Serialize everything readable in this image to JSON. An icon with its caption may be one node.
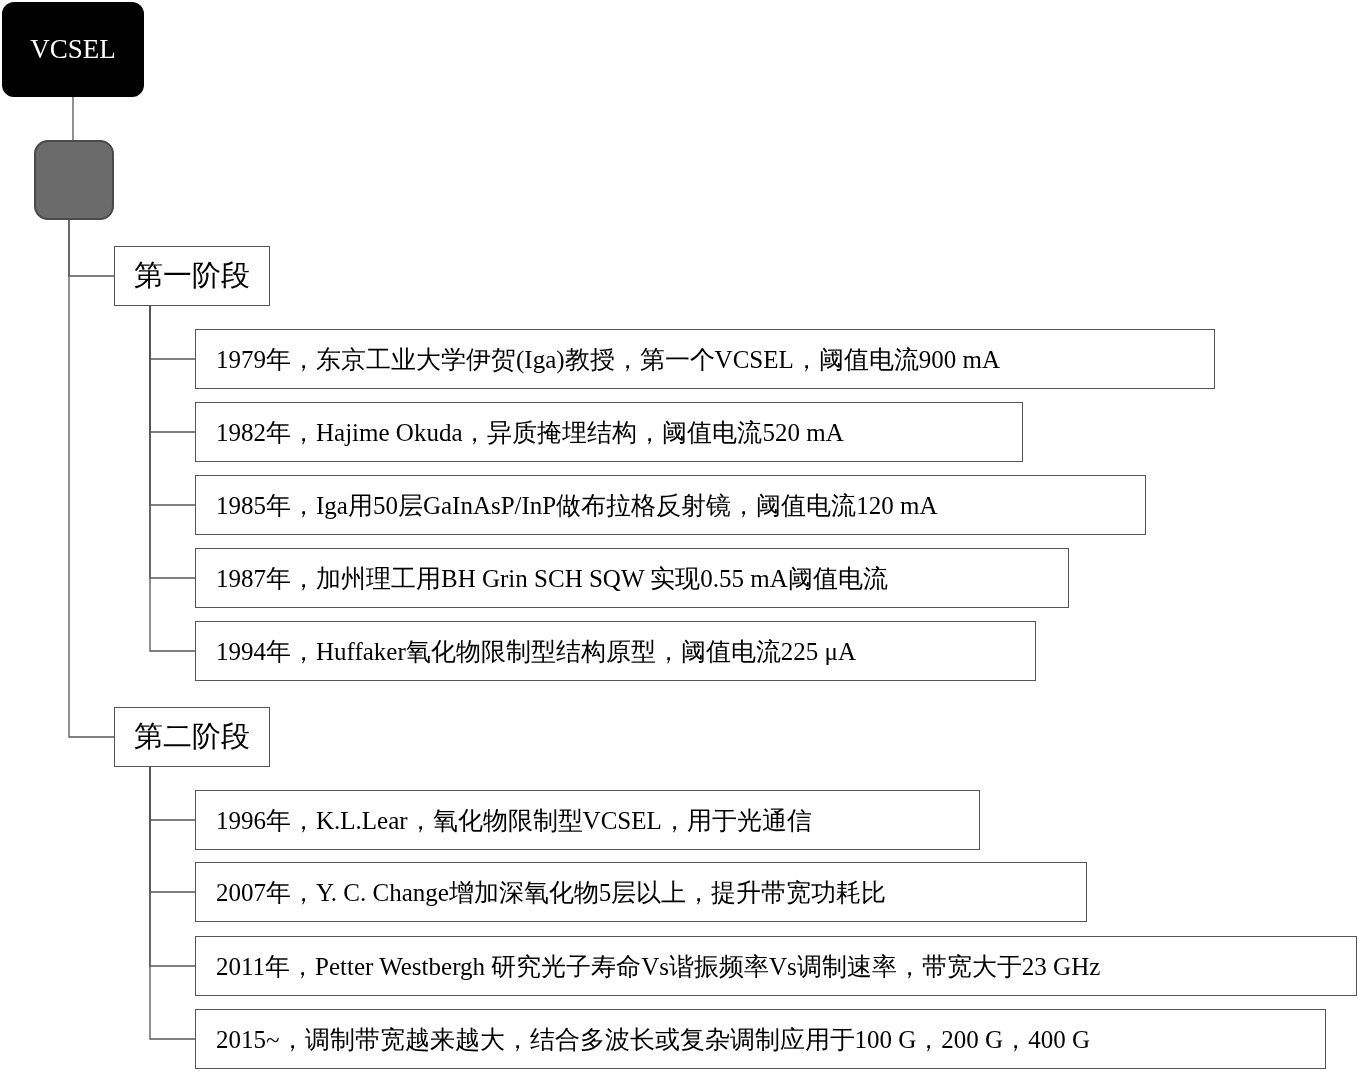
{
  "diagram": {
    "nodes": [
      {
        "text": [
          "VCSEL"
        ]
      },
      {
        "text": [],
        "shape": "box"
      },
      {
        "text": [
          "第一阶段"
        ]
      },
      {
        "text": [
          "1979年，东京工业大学伊贺(Iga)教授，第一个VCSEL，阈值电流900 mA"
        ]
      },
      {
        "text": [
          "1982年，Hajime Okuda，异质掩埋结构，阈值电流520 mA"
        ]
      },
      {
        "text": [
          "1985年，Iga用50层GaInAsP/InP做布拉格反射镜，阈值电流120 mA"
        ]
      },
      {
        "text": [
          "1987年，加州理工用BH Grin SCH SQW 实现0.55 mA阈值电流"
        ]
      },
      {
        "text": [
          "1994年，Huffaker氧化物限制型结构原型，阈值电流225 μA"
        ]
      },
      {
        "text": [
          "第二阶段"
        ]
      },
      {
        "text": [
          "1996年，K.L.Lear，氧化物限制型VCSEL，用于光通信"
        ]
      },
      {
        "text": [
          "2007年，Y. C. Change增加深氧化物5层以上，提升带宽功耗比"
        ]
      },
      {
        "text": [
          "2011年，Petter  Westbergh 研究光子寿命Vs谐振频率Vs调制速率，带宽大于23 GHz"
        ]
      },
      {
        "text": [
          "2015~，调制带宽越来越大，结合多波长或复杂调制应用于100 G，200 G，400 G"
        ]
      }
    ],
    "edges": [
      {
        "from": 0,
        "to": 1,
        "arrow": "none"
      },
      {
        "from": 1,
        "to": 2,
        "arrow": "none"
      },
      {
        "from": 1,
        "to": 8,
        "arrow": "none"
      },
      {
        "from": 2,
        "to": 3,
        "arrow": "none"
      },
      {
        "from": 2,
        "to": 4,
        "arrow": "none"
      },
      {
        "from": 2,
        "to": 5,
        "arrow": "none"
      },
      {
        "from": 2,
        "to": 6,
        "arrow": "none"
      },
      {
        "from": 2,
        "to": 7,
        "arrow": "none"
      },
      {
        "from": 8,
        "to": 9,
        "arrow": "none"
      },
      {
        "from": 8,
        "to": 10,
        "arrow": "none"
      },
      {
        "from": 8,
        "to": 11,
        "arrow": "none"
      },
      {
        "from": 8,
        "to": 12,
        "arrow": "none"
      }
    ]
  }
}
